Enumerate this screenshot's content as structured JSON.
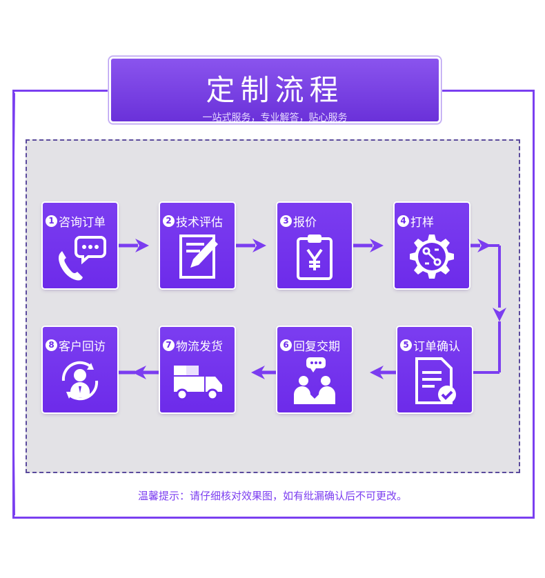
{
  "header": {
    "title": "定制流程",
    "subtitle": "一站式服务，专业解答，贴心服务"
  },
  "steps": [
    {
      "num": "1",
      "label": "咨询订单",
      "icon": "chat-phone-icon"
    },
    {
      "num": "2",
      "label": "技术评估",
      "icon": "edit-document-icon"
    },
    {
      "num": "3",
      "label": "报价",
      "icon": "price-clipboard-icon"
    },
    {
      "num": "4",
      "label": "打样",
      "icon": "gear-circuit-icon"
    },
    {
      "num": "5",
      "label": "订单确认",
      "icon": "document-check-icon"
    },
    {
      "num": "6",
      "label": "回复交期",
      "icon": "people-discussion-icon"
    },
    {
      "num": "7",
      "label": "物流发货",
      "icon": "delivery-truck-icon"
    },
    {
      "num": "8",
      "label": "客户回访",
      "icon": "customer-revisit-icon"
    }
  ],
  "footer": {
    "tip": "温馨提示：请仔细核对效果图，如有纰漏确认后不可更改。"
  },
  "colors": {
    "accent": "#7b3df0",
    "panel": "#e3e2e6"
  }
}
